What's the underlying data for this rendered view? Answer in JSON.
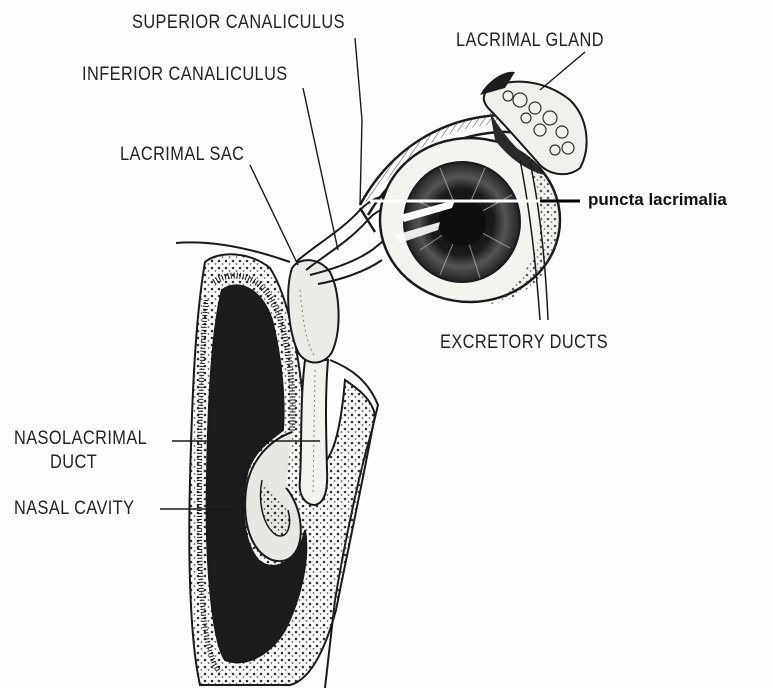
{
  "labels": {
    "superior_canaliculus": "SUPERIOR CANALICULUS",
    "inferior_canaliculus": "INFERIOR CANALICULUS",
    "lacrimal_sac": "LACRIMAL SAC",
    "lacrimal_gland": "LACRIMAL GLAND",
    "puncta_lacrimalia": "puncta lacrimalia",
    "excretory_ducts": "EXCRETORY DUCTS",
    "nasolacrimal_duct_line1": "NASOLACRIMAL",
    "nasolacrimal_duct_line2": "DUCT",
    "nasal_cavity": "NASAL CAVITY"
  },
  "colors": {
    "ink": "#1a1a1a",
    "paper": "#fdfdfb",
    "shade": "#2a2a2a"
  }
}
